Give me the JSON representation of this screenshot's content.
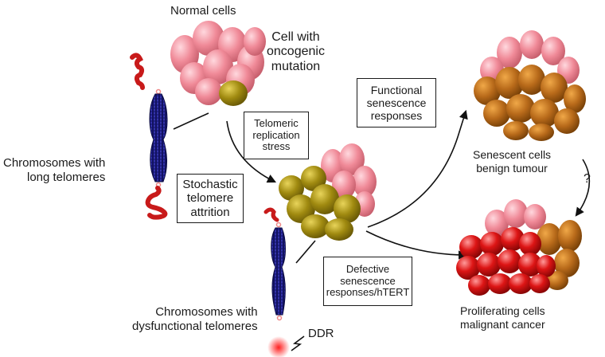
{
  "labels": {
    "normal_cells": "Normal cells",
    "oncogenic_cell": "Cell with\noncogenic\nmutation",
    "long_telomeres": "Chromosomes with\nlong telomeres",
    "dysfunctional_telomeres": "Chromosomes with\ndysfunctional telomeres",
    "ddr": "DDR",
    "senescent": "Senescent cells\nbenign tumour",
    "proliferating": "Proliferating cells\nmalignant cancer",
    "question": "?"
  },
  "boxes": {
    "replication_stress": "Telomeric\nreplication\nstress",
    "attrition": "Stochastic\ntelomere\nattrition",
    "functional": "Functional\nsenescence\nresponses",
    "defective": "Defective\nsenescence\nresponses/hTERT"
  },
  "colors": {
    "normal_cell": "#f08a98",
    "mutant_cell": "#a08a10",
    "senescent_cell": "#b86a1a",
    "cancer_cell": "#dd1515",
    "chromosome": "#18187a",
    "telomere": "#c81a1a",
    "ddr_glow": "#ff3030"
  }
}
